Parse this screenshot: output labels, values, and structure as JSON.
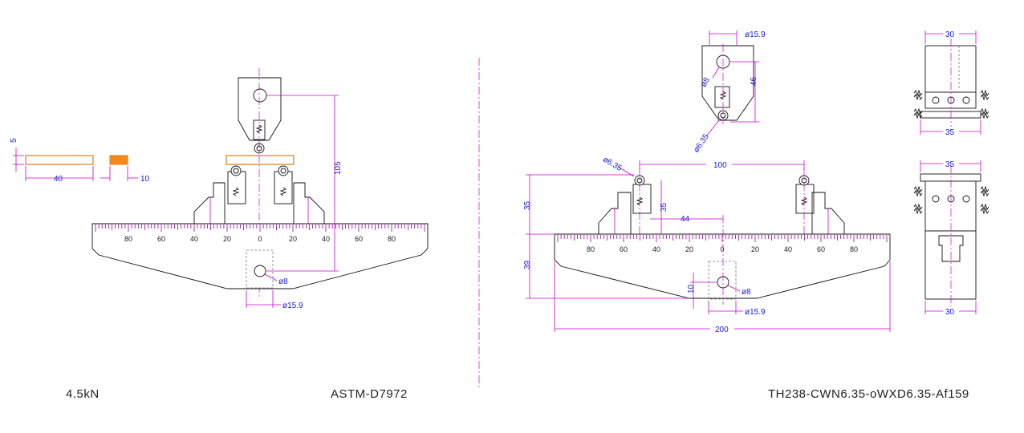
{
  "colors": {
    "dimension_line": "#d000d0",
    "dimension_text": "#1a1ad0",
    "specimen": "#e07a10",
    "specimen_fill": "#f58a1a",
    "outline": "#111111"
  },
  "labels": {
    "load": "4.5kN",
    "standard": "ASTM-D7972",
    "part_number": "TH238-CWN6.35-oWXD6.35-Af159"
  },
  "specimen": {
    "thickness": "5",
    "length": "40",
    "width": "10"
  },
  "left_view": {
    "height": "105",
    "pin_dia": "ø8",
    "boss_dia": "ø15.9",
    "ruler_ticks": [
      "80",
      "60",
      "40",
      "20",
      "0",
      "20",
      "40",
      "60",
      "80"
    ]
  },
  "top_fixture": {
    "width": "ø15.9",
    "height": "46",
    "hole_dia": "ø8",
    "roller_dia": "ø6.35"
  },
  "right_view": {
    "roller_dia": "ø6.35",
    "span": "100",
    "roller_height": "35",
    "support_height": "35",
    "offset": "44",
    "base_height": "39",
    "pin_offset": "10",
    "pin_dia": "ø8",
    "boss_dia": "ø15.9",
    "length": "200",
    "ruler_ticks": [
      "80",
      "60",
      "40",
      "20",
      "0",
      "20",
      "40",
      "60",
      "80"
    ]
  },
  "side_views": {
    "top_width": "30",
    "top_roller_width": "35",
    "bottom_roller_width": "35",
    "bottom_width": "30"
  }
}
